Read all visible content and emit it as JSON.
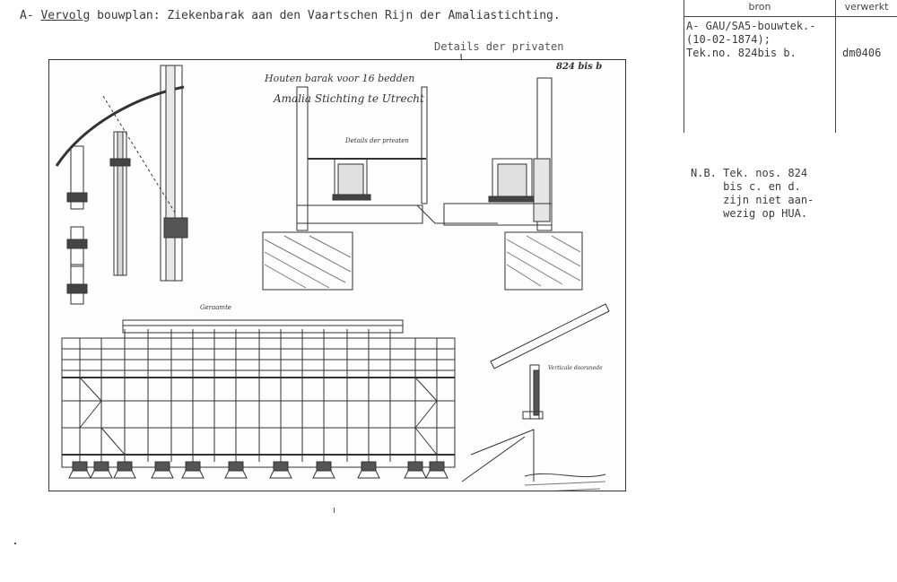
{
  "header": {
    "prefix": "A-",
    "vervolg": "Vervolg",
    "rest": " bouwplan: Ziekenbarak aan den Vaartschen Rijn der Amaliastichting."
  },
  "details_label": "Details der privaten",
  "meta": {
    "col_bron": "bron",
    "col_verwerkt": "verwerkt",
    "bron_lines": [
      "A- GAU/SA5-bouwtek.-",
      "(10-02-1874);",
      "Tek.no. 824bis b."
    ],
    "verwerkt_value": "dm0406"
  },
  "note_lines": [
    "N.B. Tek. nos. 824",
    "     bis c. en d.",
    "     zijn niet aan-",
    "     wezig op HUA."
  ],
  "drawing": {
    "corner_code": "824 bis b",
    "title_line1": "Houten barak voor 16 bedden",
    "title_line2": "Amalia Stichting te Utrecht",
    "privaten_caption": "Details der privaten",
    "geraamte_caption": "Geraamte",
    "verticale_caption": "Verticale doorsnede"
  }
}
